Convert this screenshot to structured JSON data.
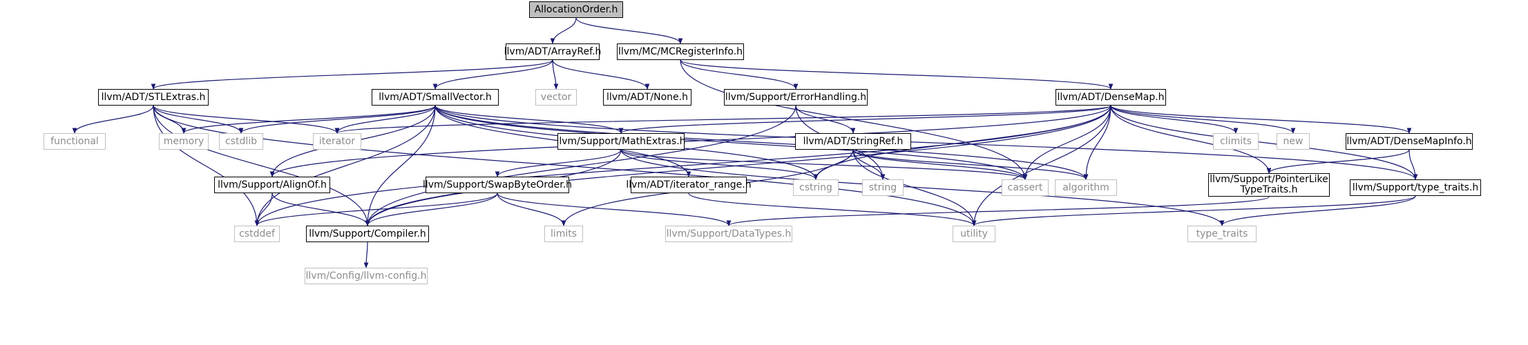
{
  "graph": {
    "nodes": [
      {
        "id": "n_alloc",
        "label": "AllocationOrder.h",
        "kind": "root"
      },
      {
        "id": "n_arrayref",
        "label": "llvm/ADT/ArrayRef.h",
        "kind": "file"
      },
      {
        "id": "n_mcreg",
        "label": "llvm/MC/MCRegisterInfo.h",
        "kind": "file"
      },
      {
        "id": "n_stlextras",
        "label": "llvm/ADT/STLExtras.h",
        "kind": "file"
      },
      {
        "id": "n_smallvec",
        "label": "llvm/ADT/SmallVector.h",
        "kind": "file"
      },
      {
        "id": "n_vector",
        "label": "vector",
        "kind": "ext"
      },
      {
        "id": "n_none",
        "label": "llvm/ADT/None.h",
        "kind": "file"
      },
      {
        "id": "n_errhand",
        "label": "llvm/Support/ErrorHandling.h",
        "kind": "file"
      },
      {
        "id": "n_densemap",
        "label": "llvm/ADT/DenseMap.h",
        "kind": "file"
      },
      {
        "id": "n_functional",
        "label": "functional",
        "kind": "ext"
      },
      {
        "id": "n_memory",
        "label": "memory",
        "kind": "ext"
      },
      {
        "id": "n_cstdlib",
        "label": "cstdlib",
        "kind": "ext"
      },
      {
        "id": "n_iterator",
        "label": "iterator",
        "kind": "ext"
      },
      {
        "id": "n_mathextras",
        "label": "llvm/Support/MathExtras.h",
        "kind": "file"
      },
      {
        "id": "n_stringref",
        "label": "llvm/ADT/StringRef.h",
        "kind": "file"
      },
      {
        "id": "n_climits",
        "label": "climits",
        "kind": "ext"
      },
      {
        "id": "n_new",
        "label": "new",
        "kind": "ext"
      },
      {
        "id": "n_densemapinfo",
        "label": "llvm/ADT/DenseMapInfo.h",
        "kind": "file"
      },
      {
        "id": "n_alignof",
        "label": "llvm/Support/AlignOf.h",
        "kind": "file"
      },
      {
        "id": "n_swapbyte",
        "label": "llvm/Support/SwapByteOrder.h",
        "kind": "file"
      },
      {
        "id": "n_iterrange",
        "label": "llvm/ADT/iterator_range.h",
        "kind": "file"
      },
      {
        "id": "n_cstring",
        "label": "cstring",
        "kind": "ext"
      },
      {
        "id": "n_string",
        "label": "string",
        "kind": "ext"
      },
      {
        "id": "n_cassert",
        "label": "cassert",
        "kind": "ext"
      },
      {
        "id": "n_algorithm",
        "label": "algorithm",
        "kind": "ext"
      },
      {
        "id": "n_pointerlike",
        "label": "llvm/Support/PointerLike\nTypeTraits.h",
        "kind": "file"
      },
      {
        "id": "n_typetraits_h",
        "label": "llvm/Support/type_traits.h",
        "kind": "file"
      },
      {
        "id": "n_cstddef",
        "label": "cstddef",
        "kind": "ext"
      },
      {
        "id": "n_compiler",
        "label": "llvm/Support/Compiler.h",
        "kind": "file"
      },
      {
        "id": "n_limits",
        "label": "limits",
        "kind": "ext"
      },
      {
        "id": "n_datatypes",
        "label": "llvm/Support/DataTypes.h",
        "kind": "ext"
      },
      {
        "id": "n_utility",
        "label": "utility",
        "kind": "ext"
      },
      {
        "id": "n_type_traits",
        "label": "type_traits",
        "kind": "ext"
      },
      {
        "id": "n_llvmconfig",
        "label": "llvm/Config/llvm-config.h",
        "kind": "ext"
      }
    ],
    "edges": [
      [
        "n_alloc",
        "n_arrayref"
      ],
      [
        "n_alloc",
        "n_mcreg"
      ],
      [
        "n_arrayref",
        "n_stlextras"
      ],
      [
        "n_arrayref",
        "n_smallvec"
      ],
      [
        "n_arrayref",
        "n_vector"
      ],
      [
        "n_arrayref",
        "n_none"
      ],
      [
        "n_mcreg",
        "n_errhand"
      ],
      [
        "n_mcreg",
        "n_densemap"
      ],
      [
        "n_mcreg",
        "n_cassert"
      ],
      [
        "n_stlextras",
        "n_functional"
      ],
      [
        "n_stlextras",
        "n_memory"
      ],
      [
        "n_stlextras",
        "n_cstdlib"
      ],
      [
        "n_stlextras",
        "n_iterator"
      ],
      [
        "n_stlextras",
        "n_cstddef"
      ],
      [
        "n_stlextras",
        "n_compiler"
      ],
      [
        "n_stlextras",
        "n_utility"
      ],
      [
        "n_smallvec",
        "n_memory"
      ],
      [
        "n_smallvec",
        "n_cstdlib"
      ],
      [
        "n_smallvec",
        "n_iterator"
      ],
      [
        "n_smallvec",
        "n_mathextras"
      ],
      [
        "n_smallvec",
        "n_alignof"
      ],
      [
        "n_smallvec",
        "n_iterrange"
      ],
      [
        "n_smallvec",
        "n_cstring"
      ],
      [
        "n_smallvec",
        "n_cassert"
      ],
      [
        "n_smallvec",
        "n_algorithm"
      ],
      [
        "n_smallvec",
        "n_typetraits_h"
      ],
      [
        "n_smallvec",
        "n_cstddef"
      ],
      [
        "n_smallvec",
        "n_compiler"
      ],
      [
        "n_errhand",
        "n_stringref"
      ],
      [
        "n_errhand",
        "n_compiler"
      ],
      [
        "n_errhand",
        "n_string"
      ],
      [
        "n_densemap",
        "n_iterator"
      ],
      [
        "n_densemap",
        "n_mathextras"
      ],
      [
        "n_densemap",
        "n_densemapinfo"
      ],
      [
        "n_densemap",
        "n_climits"
      ],
      [
        "n_densemap",
        "n_new"
      ],
      [
        "n_densemap",
        "n_cstring"
      ],
      [
        "n_densemap",
        "n_cassert"
      ],
      [
        "n_densemap",
        "n_algorithm"
      ],
      [
        "n_densemap",
        "n_pointerlike"
      ],
      [
        "n_densemap",
        "n_typetraits_h"
      ],
      [
        "n_densemap",
        "n_utility"
      ],
      [
        "n_densemap",
        "n_cstddef"
      ],
      [
        "n_densemap",
        "n_alignof"
      ],
      [
        "n_densemap",
        "n_compiler"
      ],
      [
        "n_stringref",
        "n_cstring"
      ],
      [
        "n_stringref",
        "n_string"
      ],
      [
        "n_stringref",
        "n_cassert"
      ],
      [
        "n_stringref",
        "n_algorithm"
      ],
      [
        "n_stringref",
        "n_utility"
      ],
      [
        "n_stringref",
        "n_limits"
      ],
      [
        "n_mathextras",
        "n_swapbyte"
      ],
      [
        "n_mathextras",
        "n_cassert"
      ],
      [
        "n_mathextras",
        "n_cstring"
      ],
      [
        "n_mathextras",
        "n_compiler"
      ],
      [
        "n_mathextras",
        "n_type_traits"
      ],
      [
        "n_densemapinfo",
        "n_pointerlike"
      ],
      [
        "n_densemapinfo",
        "n_typetraits_h"
      ],
      [
        "n_pointerlike",
        "n_datatypes"
      ],
      [
        "n_typetraits_h",
        "n_utility"
      ],
      [
        "n_typetraits_h",
        "n_type_traits"
      ],
      [
        "n_alignof",
        "n_compiler"
      ],
      [
        "n_alignof",
        "n_cstddef"
      ],
      [
        "n_swapbyte",
        "n_compiler"
      ],
      [
        "n_swapbyte",
        "n_datatypes"
      ],
      [
        "n_swapbyte",
        "n_limits"
      ],
      [
        "n_swapbyte",
        "n_cstddef"
      ],
      [
        "n_iterrange",
        "n_utility"
      ],
      [
        "n_compiler",
        "n_llvmconfig"
      ]
    ],
    "colors": {
      "edge": "#191970",
      "node_border": "#000000",
      "ext_border": "#bfbfbf",
      "ext_text": "#8c8c8c",
      "root_fill": "#bfbfbf"
    }
  }
}
